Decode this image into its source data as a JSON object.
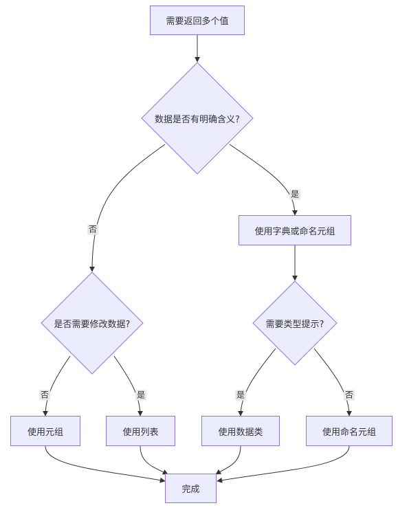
{
  "nodes": {
    "start": "需要返回多个值",
    "q_meaning": "数据是否有明确含义?",
    "named_tuple_or_dict": "使用字典或命名元组",
    "q_modify": "是否需要修改数据?",
    "q_type_hint": "需要类型提示?",
    "use_tuple": "使用元组",
    "use_list": "使用列表",
    "use_dataclass": "使用数据类",
    "use_namedtuple": "使用命名元组",
    "done": "完成"
  },
  "edge_labels": {
    "meaning_no": "否",
    "meaning_yes": "是",
    "modify_no": "否",
    "modify_yes": "是",
    "hint_yes": "是",
    "hint_no": "否"
  },
  "colors": {
    "node_fill": "#ECECFF",
    "node_border": "#9370DB",
    "edge": "#333333",
    "label_bg": "#e8e8e8"
  }
}
